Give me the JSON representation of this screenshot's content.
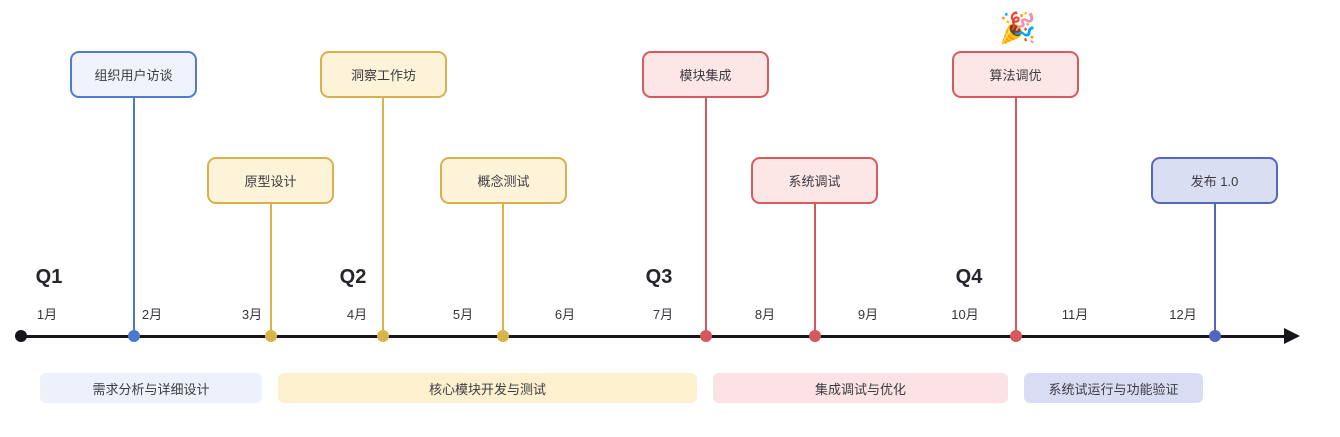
{
  "canvas": {
    "background": "#ffffff",
    "axis_color": "#17171b"
  },
  "quarters": [
    {
      "label": "Q1"
    },
    {
      "label": "Q2"
    },
    {
      "label": "Q3"
    },
    {
      "label": "Q4"
    }
  ],
  "months": [
    {
      "label": "1月"
    },
    {
      "label": "2月"
    },
    {
      "label": "3月"
    },
    {
      "label": "4月"
    },
    {
      "label": "5月"
    },
    {
      "label": "6月"
    },
    {
      "label": "7月"
    },
    {
      "label": "8月"
    },
    {
      "label": "9月"
    },
    {
      "label": "10月"
    },
    {
      "label": "11月"
    },
    {
      "label": "12月"
    }
  ],
  "milestones": [
    {
      "label": "组织用户访谈",
      "accent": "#4a79cd",
      "fill": "#eef3fc"
    },
    {
      "label": "原型设计",
      "accent": "#d9b44a",
      "fill": "#fdf3d9"
    },
    {
      "label": "洞察工作坊",
      "accent": "#d9b44a",
      "fill": "#fdf3d9"
    },
    {
      "label": "概念测试",
      "accent": "#d9b44a",
      "fill": "#fdf3d9"
    },
    {
      "label": "模块集成",
      "accent": "#d6585c",
      "fill": "#fce6e6"
    },
    {
      "label": "系统调试",
      "accent": "#d6585c",
      "fill": "#fce6e6"
    },
    {
      "label": "算法调优",
      "accent": "#d6585c",
      "fill": "#fce6e6",
      "emoji": "🎉"
    },
    {
      "label": "发布 1.0",
      "accent": "#5565bb",
      "fill": "#dadef3"
    }
  ],
  "phases": [
    {
      "label": "需求分析与详细设计",
      "fill": "#edf1fb"
    },
    {
      "label": "核心模块开发与测试",
      "fill": "#fdf0cf"
    },
    {
      "label": "集成调试与优化",
      "fill": "#fbe2e4"
    },
    {
      "label": "系统试运行与功能验证",
      "fill": "#d8ddf4"
    }
  ]
}
